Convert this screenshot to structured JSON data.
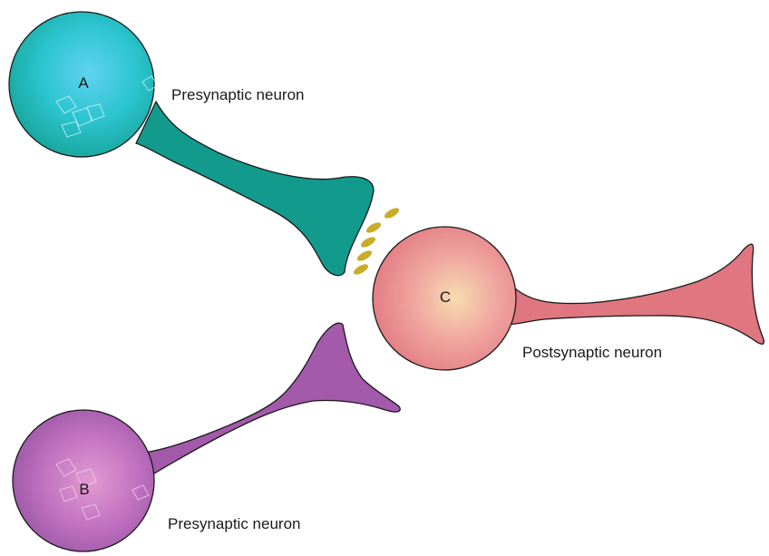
{
  "neurons": {
    "a": {
      "letter": "A",
      "label": "Presynaptic neuron",
      "color": "#1aa89a"
    },
    "b": {
      "letter": "B",
      "label": "Presynaptic neuron",
      "color": "#a35aab"
    },
    "c": {
      "letter": "C",
      "label": "Postsynaptic neuron",
      "color": "#e07880"
    }
  },
  "neurotransmitter_color": "#c9ad2a"
}
